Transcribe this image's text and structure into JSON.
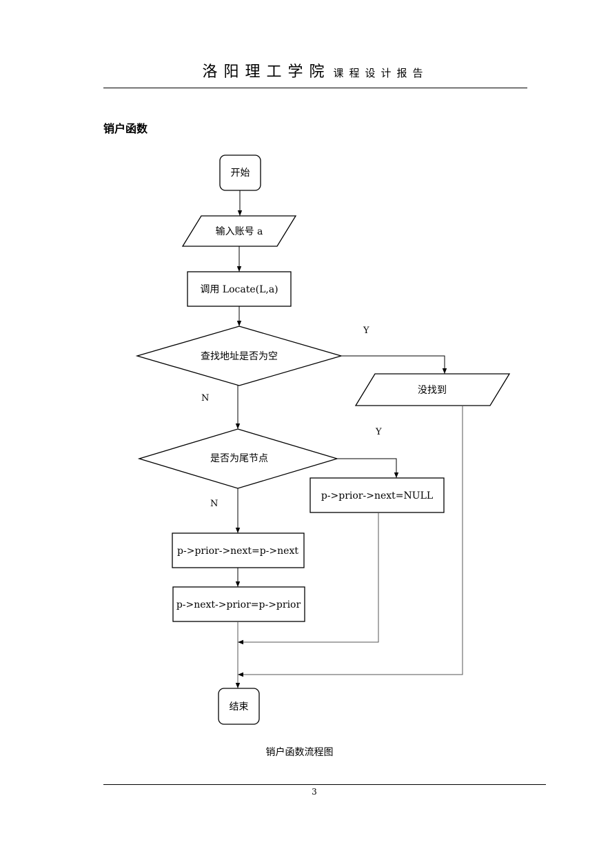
{
  "header": {
    "school": "洛阳理工学院",
    "report": "课程设计报告"
  },
  "section": {
    "title": "销户函数"
  },
  "flowchart": {
    "start": "开始",
    "input_account": "输入账号 a",
    "call_locate": "调用 Locate(L,a)",
    "check_null": "查找地址是否为空",
    "not_found": "没找到",
    "check_tail": "是否为尾节点",
    "tail_assign": "p->prior->next=NULL",
    "assign_next": "p->prior->next=p->next",
    "assign_prior": "p->next->prior=p->prior",
    "end": "结束",
    "yes_null": "Y",
    "no_null": "N",
    "yes_tail": "Y",
    "no_tail": "N"
  },
  "caption": "销户函数流程图",
  "page_number": "3"
}
